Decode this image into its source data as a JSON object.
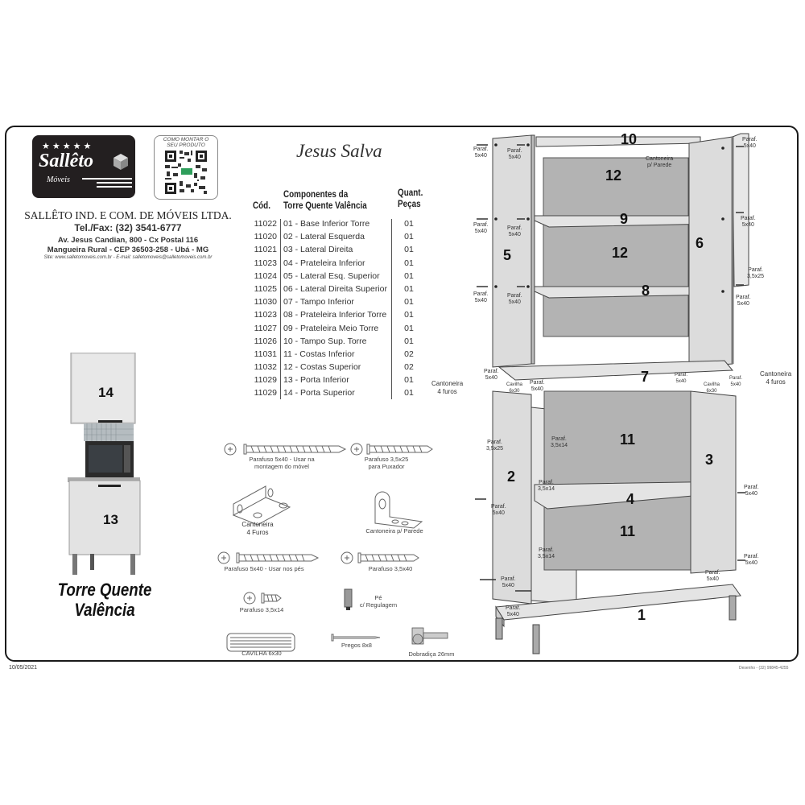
{
  "header": {
    "brand_name": "Sallêto",
    "brand_sub": "Móveis",
    "stars": "★★★★★",
    "qr_caption_line1": "COMO MONTAR O",
    "qr_caption_line2": "SEU PRODUTO",
    "script_title": "Jesus Salva"
  },
  "company": {
    "name": "SALLÊTO IND. E COM. DE MÓVEIS LTDA.",
    "tel": "Tel./Fax: (32) 3541-6777",
    "address_line1": "Av. Jesus Candian, 800 - Cx Postal 116",
    "address_line2": "Mangueira Rural - CEP 36503-258 - Ubá - MG",
    "site_email": "Site: www.salletomoveis.com.br   -   E-mail: salletomoveis@salletomoveis.com.br"
  },
  "parts_table": {
    "col_code": "Cód.",
    "col_component_line1": "Componentes da",
    "col_component_line2": "Torre Quente Valência",
    "col_qty_line1": "Quant.",
    "col_qty_line2": "Peças",
    "rows": [
      {
        "code": "11022",
        "name": "01 - Base Inferior Torre",
        "qty": "01"
      },
      {
        "code": "11020",
        "name": "02 - Lateral Esquerda",
        "qty": "01"
      },
      {
        "code": "11021",
        "name": "03 - Lateral Direita",
        "qty": "01"
      },
      {
        "code": "11023",
        "name": "04 - Prateleira Inferior",
        "qty": "01"
      },
      {
        "code": "11024",
        "name": "05 - Lateral Esq. Superior",
        "qty": "01"
      },
      {
        "code": "11025",
        "name": "06 - Lateral Direita Superior",
        "qty": "01"
      },
      {
        "code": "11030",
        "name": "07 - Tampo Inferior",
        "qty": "01"
      },
      {
        "code": "11023",
        "name": "08 - Prateleira Inferior Torre",
        "qty": "01"
      },
      {
        "code": "11027",
        "name": "09 - Prateleira Meio Torre",
        "qty": "01"
      },
      {
        "code": "11026",
        "name": "10 - Tampo  Sup. Torre",
        "qty": "01"
      },
      {
        "code": "11031",
        "name": "11 - Costas Inferior",
        "qty": "02"
      },
      {
        "code": "11032",
        "name": "12 - Costas Superior",
        "qty": "02"
      },
      {
        "code": "11029",
        "name": "13 - Porta Inferior",
        "qty": "01"
      },
      {
        "code": "11029",
        "name": "14 - Porta Superior",
        "qty": "01"
      }
    ]
  },
  "hardware": {
    "screw_5x40_a_line1": "Parafuso 5x40 - Usar na",
    "screw_5x40_a_line2": "montagem do móvel",
    "screw_35x25_line1": "Parafuso 3,5x25",
    "screw_35x25_line2": "para Puxador",
    "bracket4_line1": "Cantoneira",
    "bracket4_line2": "4 Furos",
    "bracket_wall": "Cantoneira p/ Parede",
    "screw_5x40_b": "Parafuso 5x40 - Usar nos pés",
    "screw_35x40": "Parafuso 3,5x40",
    "screw_35x14": "Parafuso 3,5x14",
    "foot_line1": "Pé",
    "foot_line2": "c/ Regulagem",
    "dowel": "CAVILHA 6x30",
    "nails": "Pregos 8x8",
    "hinge": "Dobradiça 26mm"
  },
  "product": {
    "door_top": "14",
    "door_bottom": "13",
    "title_line1": "Torre Quente",
    "title_line2": "Valência"
  },
  "diagram": {
    "part_numbers": [
      "1",
      "2",
      "3",
      "4",
      "5",
      "6",
      "7",
      "8",
      "9",
      "10",
      "11",
      "12"
    ],
    "back_12": "12",
    "back_11": "11",
    "paraf": "Paraf.",
    "size_5x40": "5x40",
    "size_35x25": "3,5x25",
    "size_35x14": "3,5x14",
    "cantoneira_parede_1": "Cantoneira",
    "cantoneira_parede_2": "p/ Parede",
    "cantoneira_4_1": "Cantoneira",
    "cantoneira_4_2": "4 furos",
    "cavilha_1": "Cavilha",
    "cavilha_2": "6x30"
  },
  "footer": {
    "date": "10/05/2021",
    "credit": "Desenho - (32) 99845-4255"
  }
}
